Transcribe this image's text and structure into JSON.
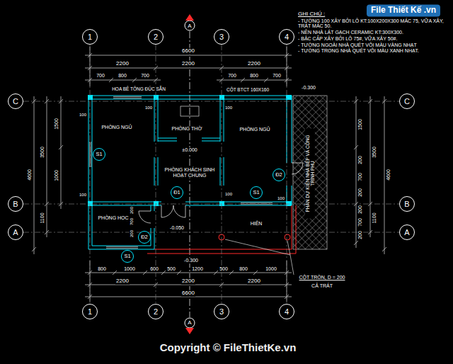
{
  "diagram": {
    "nodes": [
      {
        "text": [
          "1"
        ]
      },
      {
        "text": [
          "2"
        ]
      },
      {
        "text": [
          "3"
        ]
      },
      {
        "text": [
          "4"
        ]
      },
      {
        "text": [
          "1"
        ]
      },
      {
        "text": [
          "2"
        ]
      },
      {
        "text": [
          "3"
        ]
      },
      {
        "text": [
          "4"
        ]
      },
      {
        "text": [
          "C"
        ]
      },
      {
        "text": [
          "B"
        ]
      },
      {
        "text": [
          "A"
        ]
      },
      {
        "text": [
          "C"
        ]
      },
      {
        "text": [
          "B"
        ]
      },
      {
        "text": [
          "A"
        ]
      },
      {
        "text": [
          "S1"
        ]
      },
      {
        "text": [
          "Đ1"
        ]
      },
      {
        "text": [
          "S1"
        ]
      },
      {
        "text": [
          "Đ2"
        ]
      },
      {
        "text": [
          "Đ2"
        ]
      },
      {
        "text": [
          "S1"
        ]
      }
    ],
    "edges": [
      {
        "from": 0,
        "to": 4,
        "arrow": "none"
      },
      {
        "from": 1,
        "to": 5,
        "arrow": "none"
      },
      {
        "from": 2,
        "to": 6,
        "arrow": "none"
      },
      {
        "from": 3,
        "to": 7,
        "arrow": "none"
      },
      {
        "from": 8,
        "to": 11,
        "arrow": "none"
      },
      {
        "from": 9,
        "to": 12,
        "arrow": "none"
      },
      {
        "from": 10,
        "to": 13,
        "arrow": "none"
      }
    ],
    "labels": [
      "GHI CHÚ :",
      "- TƯỜNG 100 XÂY BỞI LÔ KT:100X200X300 MÁC 75, VỮA XÂY, TRÁT MÁC 50.",
      "- NỀN NHÀ LÁT GẠCH CERAMIC KT:300X300.",
      "- BẬC CẤP XÂY BỞI LÔ 75#, VỮA XÂY 50#.",
      "- TƯỜNG NGOÀI NHÀ QUÉT VÔI MÀU VÀNG NHẠT",
      "- TƯỜNG TRONG NHÀ QUÉT VÔI MÀU XANH NHẠT.",
      "6600",
      "2200",
      "2200",
      "2200",
      "700",
      "800",
      "700",
      "700",
      "800",
      "700",
      "HOA BÊ TÔNG ĐÚC SẴN",
      "CỘT BTCT 160X160",
      "-0.300",
      "4600",
      "3500",
      "1100",
      "1500",
      "1000",
      "1500",
      "200",
      "700",
      "200",
      "200",
      "700",
      "200",
      "3500",
      "1100",
      "4600",
      "PHÒNG NGỦ",
      "PHÒNG THỜ",
      "±0.000",
      "PHÒNG KHÁCH SINH HOẠT CHUNG",
      "PHÒNG NGỦ",
      "PHẦN DỰ KIẾN NHÀ BẾP VÀ CÔNG TRÌNH PHỤ",
      "PHÒNG HỌC",
      "HIÊN",
      "-0.050",
      "-0.300",
      "CỘT TRÒN, D = 200",
      "CẢ TRÁT",
      "100",
      "100",
      "100",
      "100",
      "100",
      "100",
      "200",
      "700",
      "200",
      "800",
      "1000",
      "600",
      "500",
      "1200",
      "500",
      "800",
      "1000",
      "2200",
      "2200",
      "2200",
      "6600",
      "A",
      "A",
      "File Thiết Kế .vn",
      "Copyright © FileThietKe.vn"
    ]
  }
}
